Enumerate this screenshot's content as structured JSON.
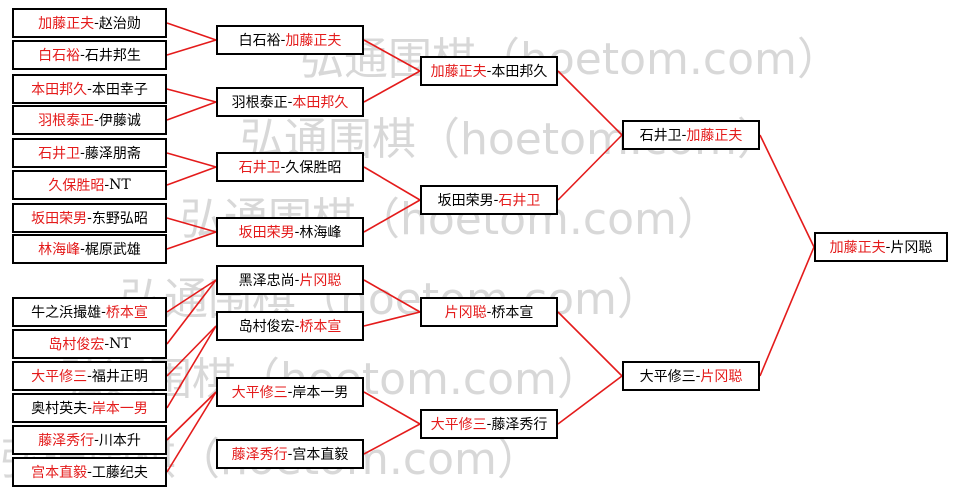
{
  "watermark": "弘通围棋（hoetom.com）",
  "colors": {
    "winner": "#e41b1b",
    "line": "#e41b1b",
    "box_border": "#000000"
  },
  "rounds": [
    [
      {
        "a": "加藤正夫",
        "b": "赵治勋",
        "winner": "a"
      },
      {
        "a": "白石裕",
        "b": "石井邦生",
        "winner": "a"
      },
      {
        "a": "本田邦久",
        "b": "本田幸子",
        "winner": "a"
      },
      {
        "a": "羽根泰正",
        "b": "伊藤诚",
        "winner": "a"
      },
      {
        "a": "石井卫",
        "b": "藤泽朋斋",
        "winner": "a"
      },
      {
        "a": "久保胜昭",
        "b": "NT",
        "winner": "a"
      },
      {
        "a": "坂田荣男",
        "b": "东野弘昭",
        "winner": "a"
      },
      {
        "a": "林海峰",
        "b": "梶原武雄",
        "winner": "a"
      },
      {
        "a": "牛之浜撮雄",
        "b": "桥本宣",
        "winner": "b"
      },
      {
        "a": "岛村俊宏",
        "b": "NT",
        "winner": "a"
      },
      {
        "a": "大平修三",
        "b": "福井正明",
        "winner": "a"
      },
      {
        "a": "奥村英夫",
        "b": "岸本一男",
        "winner": "b"
      },
      {
        "a": "藤泽秀行",
        "b": "川本升",
        "winner": "a"
      },
      {
        "a": "宫本直毅",
        "b": "工藤纪夫",
        "winner": "a"
      }
    ],
    [
      {
        "a": "白石裕",
        "b": "加藤正夫",
        "winner": "b"
      },
      {
        "a": "羽根泰正",
        "b": "本田邦久",
        "winner": "b"
      },
      {
        "a": "石井卫",
        "b": "久保胜昭",
        "winner": "a"
      },
      {
        "a": "坂田荣男",
        "b": "林海峰",
        "winner": "a"
      },
      {
        "a": "黑泽忠尚",
        "b": "片冈聪",
        "winner": "b"
      },
      {
        "a": "岛村俊宏",
        "b": "桥本宣",
        "winner": "b"
      },
      {
        "a": "大平修三",
        "b": "岸本一男",
        "winner": "a"
      },
      {
        "a": "藤泽秀行",
        "b": "宫本直毅",
        "winner": "a"
      }
    ],
    [
      {
        "a": "加藤正夫",
        "b": "本田邦久",
        "winner": "a"
      },
      {
        "a": "坂田荣男",
        "b": "石井卫",
        "winner": "b"
      },
      {
        "a": "片冈聪",
        "b": "桥本宣",
        "winner": "a"
      },
      {
        "a": "大平修三",
        "b": "藤泽秀行",
        "winner": "a"
      }
    ],
    [
      {
        "a": "石井卫",
        "b": "加藤正夫",
        "winner": "b"
      },
      {
        "a": "大平修三",
        "b": "片冈聪",
        "winner": "b"
      }
    ],
    [
      {
        "a": "加藤正夫",
        "b": "片冈聪",
        "winner": "a"
      }
    ]
  ]
}
